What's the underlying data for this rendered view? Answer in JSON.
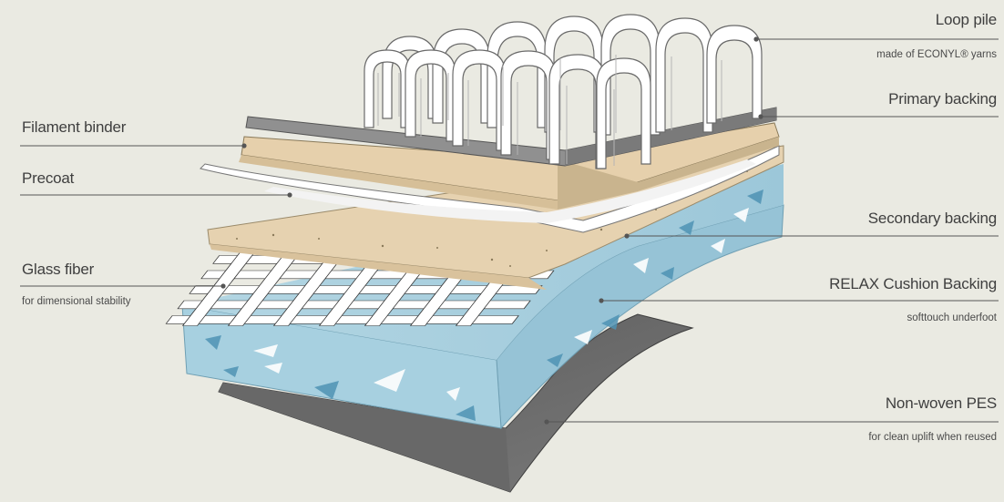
{
  "diagram": {
    "labels": {
      "loop_pile": "Loop pile",
      "loop_pile_sub": "made of ECONYL® yarns",
      "primary_backing": "Primary backing",
      "filament_binder": "Filament binder",
      "precoat": "Precoat",
      "secondary_backing": "Secondary backing",
      "glass_fiber": "Glass fiber",
      "glass_fiber_sub": "for dimensional stability",
      "relax_cushion": "RELAX Cushion Backing",
      "relax_cushion_sub": "softtouch underfoot",
      "non_woven": "Non-woven PES",
      "non_woven_sub": "for clean uplift when reused"
    },
    "colors": {
      "background": "#eaeae2",
      "leader_line": "#555555",
      "pile_yarn": "#ffffff",
      "pile_shadow": "#b9b9b9",
      "primary_backing": "#8e8e8e",
      "filament_binder": "#e8d3b2",
      "precoat": "#ffffff",
      "secondary_backing": "#e3ceac",
      "glass_fiber": "#ffffff",
      "cushion": "#a9d0df",
      "cushion_side": "#93bfd2",
      "cushion_flecks": "#5a9ab8",
      "non_woven": "#6f6f6f"
    }
  }
}
